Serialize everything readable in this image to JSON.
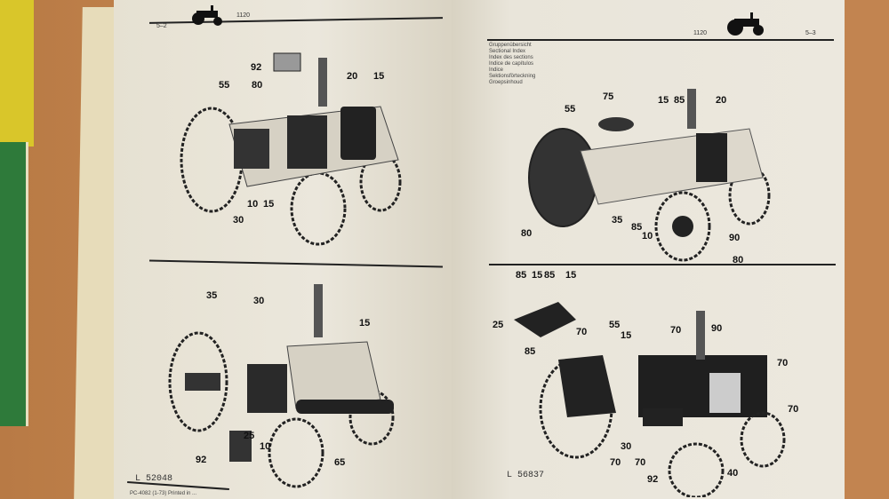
{
  "left_page": {
    "page_number": "5–2",
    "model": "1120",
    "top_callouts": [
      "92",
      "55",
      "80",
      "20",
      "15",
      "30",
      "10",
      "15"
    ],
    "bottom_callouts": [
      "35",
      "30",
      "15",
      "25",
      "10",
      "92",
      "65"
    ],
    "figure_code": "L 52048",
    "footer": "PC-4082 (1-73) Printed in ..."
  },
  "right_page": {
    "page_number": "5–3",
    "model": "1120",
    "index_titles": [
      "Gruppenübersicht",
      "Sectional Index",
      "Index des sections",
      "Indice de capítulos",
      "Indice",
      "Sektionsförteckning",
      "Groepsinhoud"
    ],
    "top_callouts": [
      "75",
      "55",
      "15",
      "85",
      "20",
      "35",
      "85",
      "10",
      "90",
      "80",
      "80"
    ],
    "bottom_callouts": [
      "85",
      "15",
      "85",
      "15",
      "25",
      "85",
      "70",
      "55",
      "15",
      "70",
      "90",
      "70",
      "70",
      "30",
      "70",
      "92",
      "40",
      "70"
    ],
    "figure_code": "L 56837"
  },
  "colors": {
    "wood": "#c28450",
    "paper": "#ebe7dc",
    "ink": "#111111"
  }
}
